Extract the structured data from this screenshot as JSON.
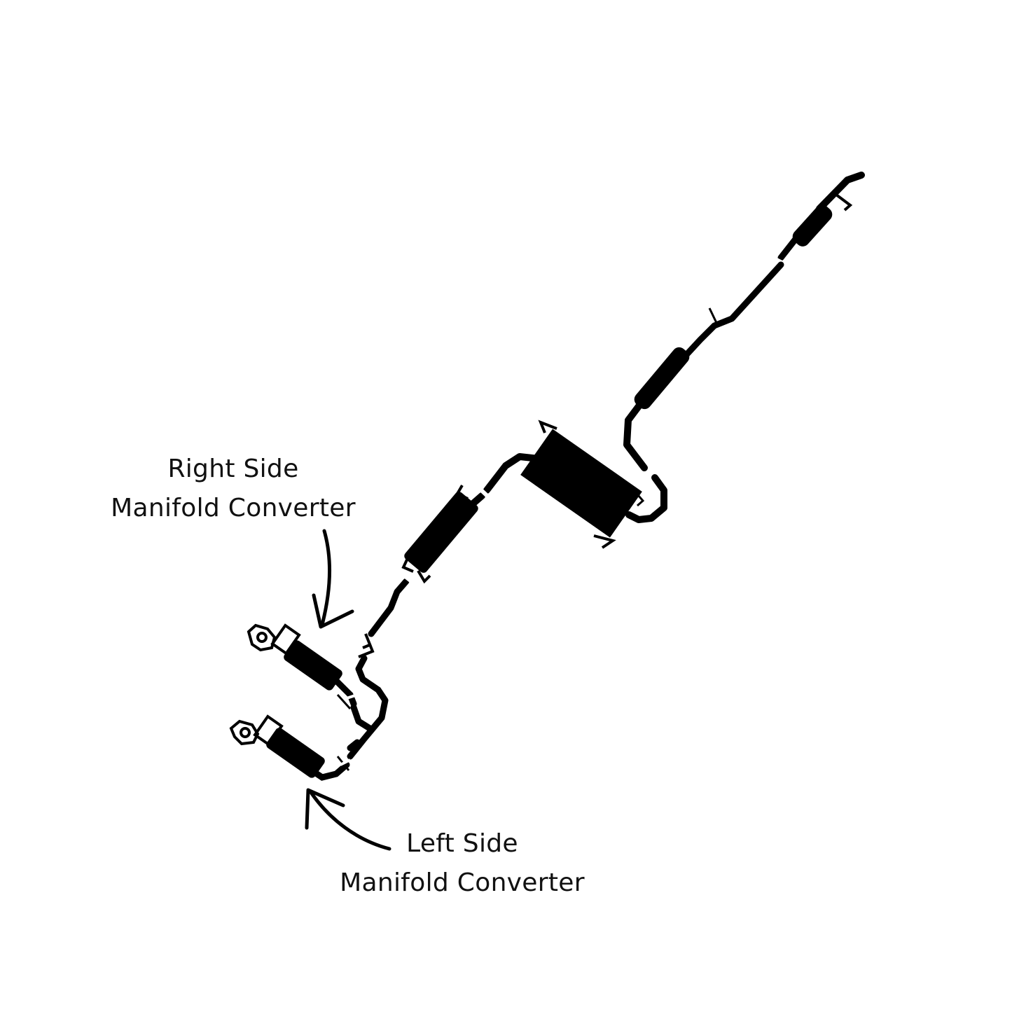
{
  "callouts": {
    "right_side": {
      "line1": "Right Side",
      "line2": "Manifold Converter"
    },
    "left_side": {
      "line1": "Left Side",
      "line2": "Manifold Converter"
    }
  },
  "colors": {
    "background": "#ffffff",
    "ink": "#000000",
    "text": "#111111"
  }
}
